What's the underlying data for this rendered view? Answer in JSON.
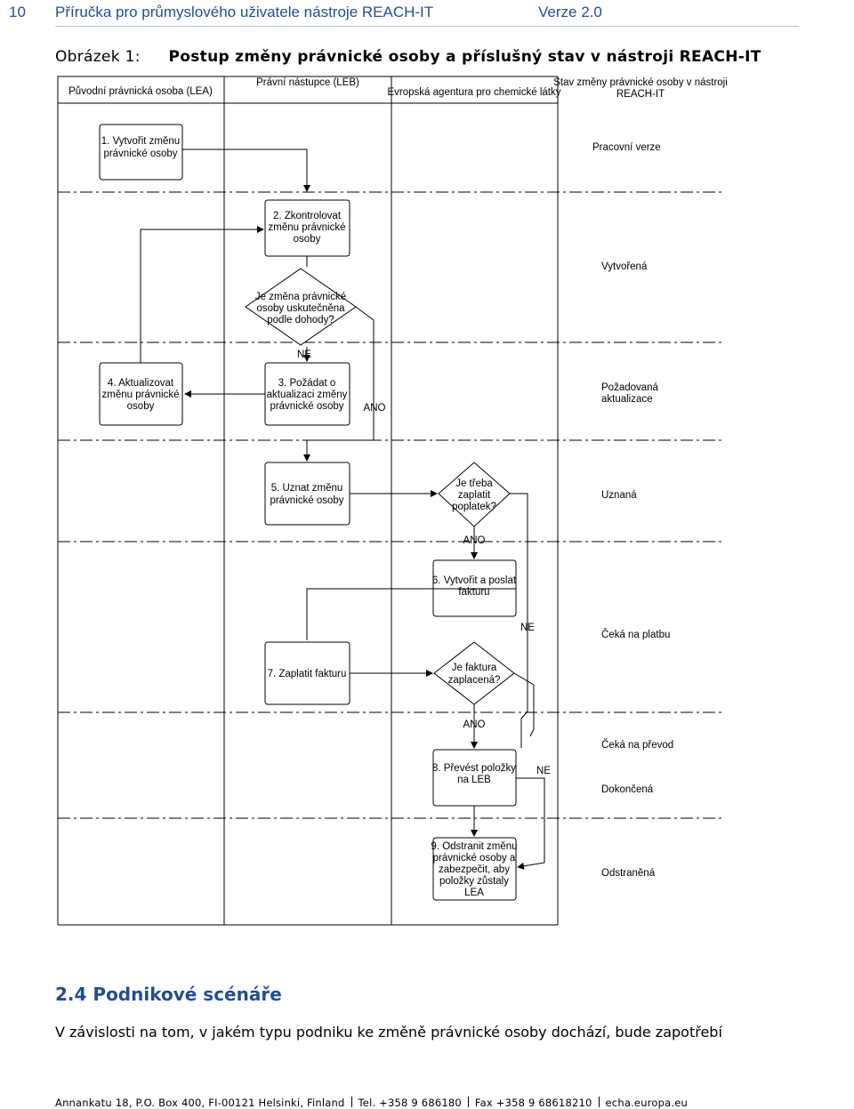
{
  "header": {
    "page_number": "10",
    "title": "Příručka pro průmyslového uživatele nástroje REACH-IT",
    "version": "Verze 2.0"
  },
  "figure": {
    "label": "Obrázek 1:",
    "title": "Postup změny právnické osoby a příslušný stav v nástroji REACH-IT",
    "lanes": {
      "lea": "Původní právnická osoba (LEA)",
      "leb": "Právní nástupce (LEB)",
      "echa": "Evropská agentura pro chemické látky",
      "status_line1": "Stav změny právnické osoby v nástroji",
      "status_line2": "REACH-IT"
    },
    "steps": {
      "s1_l1": "1. Vytvořit změnu",
      "s1_l2": "právnické osoby",
      "s2_l1": "2. Zkontrolovat",
      "s2_l2": "změnu právnické",
      "s2_l3": "osoby",
      "d1_l1": "Je změna právnické",
      "d1_l2": "osoby uskutečněna",
      "d1_l3": "podle dohody?",
      "s3_l1": "3. Požádat o",
      "s3_l2": "aktualizaci změny",
      "s3_l3": "právnické osoby",
      "s4_l1": "4. Aktualizovat",
      "s4_l2": "změnu právnické",
      "s4_l3": "osoby",
      "s5_l1": "5. Uznat změnu",
      "s5_l2": "právnické osoby",
      "d2_l1": "Je třeba",
      "d2_l2": "zaplatit",
      "d2_l3": "poplatek?",
      "s6_l1": "6. Vytvořit a poslat",
      "s6_l2": "fakturu",
      "s7": "7. Zaplatit fakturu",
      "d3_l1": "Je faktura",
      "d3_l2": "zaplacená?",
      "s8_l1": "8. Převést položky",
      "s8_l2": "na LEB",
      "s9_l1": "9. Odstranit změnu",
      "s9_l2": "právnické osoby a",
      "s9_l3": "zabezpečit, aby",
      "s9_l4": "položky zůstaly",
      "s9_l5": "LEA"
    },
    "labels": {
      "ne": "NE",
      "ano": "ANO"
    },
    "statuses": {
      "pracovni": "Pracovní verze",
      "vytvorena": "Vytvořená",
      "pozadovana_l1": "Požadovaná",
      "pozadovana_l2": "aktualizace",
      "uznana": "Uznaná",
      "ceka_platbu": "Čeká na platbu",
      "ceka_prevod": "Čeká na převod",
      "dokoncena": "Dokončená",
      "odstranena": "Odstraněná"
    }
  },
  "section": {
    "number": "2.4",
    "title": "Podnikové scénáře"
  },
  "paragraph": "V závislosti na tom, v jakém typu podniku ke změně právnické osoby dochází, bude zapotřebí",
  "footer": {
    "address": "Annankatu 18, P.O. Box 400, FI-00121 Helsinki, Finland",
    "tel": "Tel. +358 9 686180",
    "fax": "Fax +358 9 68618210",
    "web": "echa.europa.eu"
  },
  "colors": {
    "accent": "#1f4e99",
    "line": "#000000"
  }
}
